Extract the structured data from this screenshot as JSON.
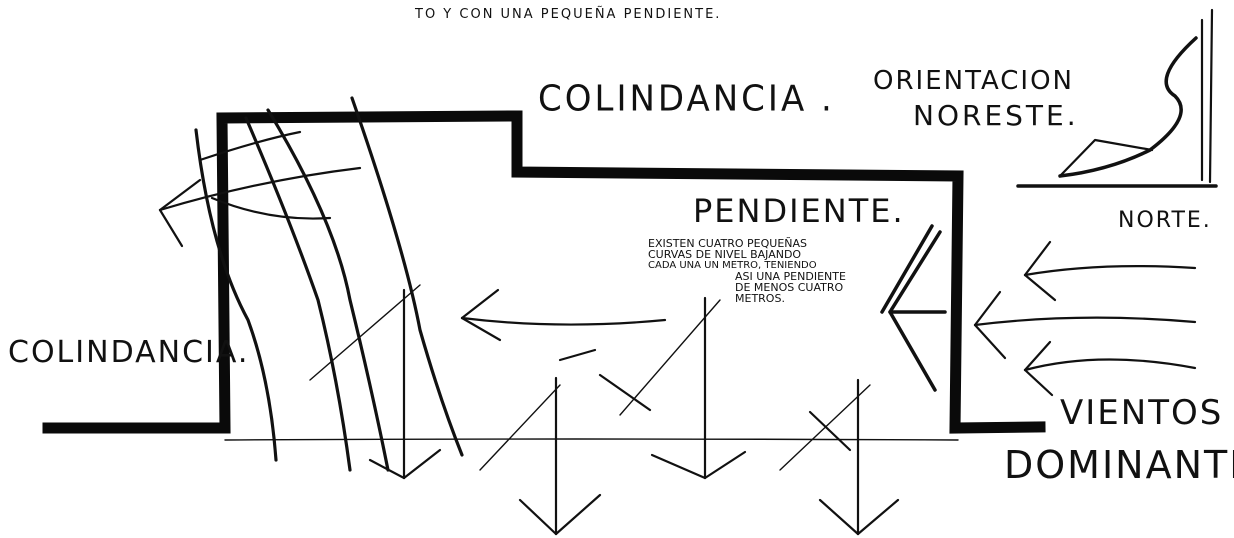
{
  "top_note": "TO Y CON UNA PEQUEÑA PENDIENTE.",
  "labels": {
    "colindancia_top": "COLINDANCIA .",
    "colindancia_left": "COLINDANCIA.",
    "orientacion_line1": "ORIENTACION",
    "orientacion_line2": "NORESTE.",
    "norte": "NORTE.",
    "pendiente_title": "PENDIENTE.",
    "pendiente_text": [
      "EXISTEN CUATRO PEQUEÑAS",
      "CURVAS DE NIVEL BAJANDO",
      "CADA UNA UN METRO, TENIENDO",
      "ASI UNA PENDIENTE",
      "DE MENOS CUATRO",
      "METROS."
    ],
    "vientos_line1": "VIENTOS",
    "vientos_line2": "DOMINANTES."
  }
}
